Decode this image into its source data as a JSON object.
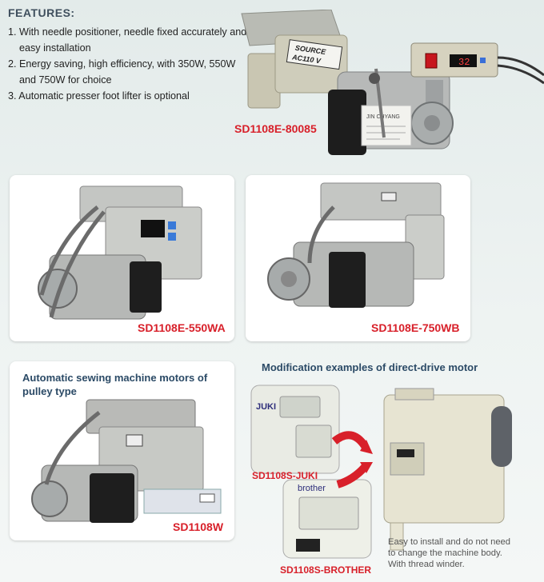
{
  "features": {
    "title": "FEATURES:",
    "items": [
      "1. With needle positioner, needle fixed accurately and easy installation",
      "2. Energy saving, high efficiency, with 350W, 550W and 750W for choice",
      "3. Automatic presser foot lifter is optional"
    ]
  },
  "top_product": {
    "model": "SD1108E-80085",
    "plate_line1": "SOURCE",
    "plate_line2": "AC110 V",
    "display_value": "32",
    "brand_label": "JIN CHYANG"
  },
  "product_550": {
    "model": "SD1108E-550WA"
  },
  "product_750": {
    "model": "SD1108E-750WB"
  },
  "pulley": {
    "caption_line1": "Automatic sewing machine motors of",
    "caption_line2": "pulley type",
    "model": "SD1108W"
  },
  "modification": {
    "title": "Modification examples of direct-drive motor",
    "juki_brand": "JUKI",
    "juki_label": "SD1108S-JUKI",
    "brother_brand": "brother",
    "brother_label": "SD1108S-BROTHER",
    "note_line1": "Easy to install and do not need",
    "note_line2": "to change the machine body.",
    "note_line3": "With thread winder."
  }
}
